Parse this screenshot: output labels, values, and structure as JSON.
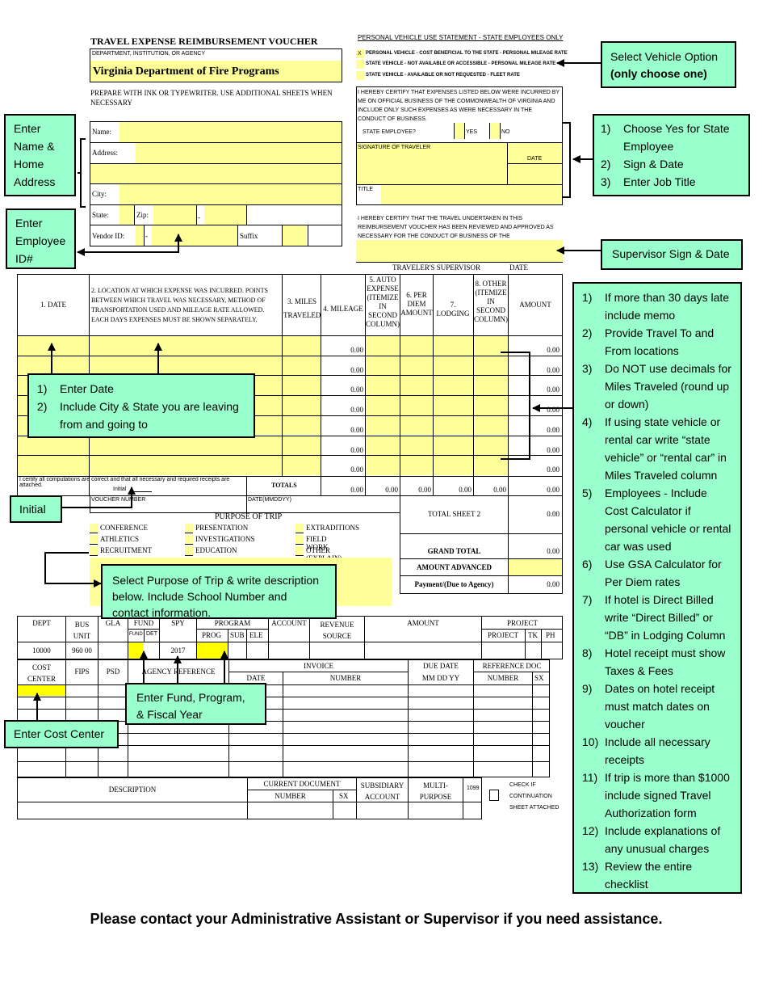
{
  "voucher": {
    "title": "TRAVEL  EXPENSE  REIMBURSEMENT  VOUCHER",
    "dept_label": "DEPARTMENT, INSTITUTION, OR AGENCY",
    "agency": "Virginia Department of Fire Programs",
    "instructions": "PREPARE WITH INK OR TYPEWRITER. USE ADDITIONAL SHEETS WHEN NECESSARY"
  },
  "traveler": {
    "name": "Name:",
    "address": "Address:",
    "city": "City:",
    "state": "State:",
    "zip": "Zip:",
    "dash": "-",
    "vendor": "Vendor ID:",
    "dash2": "-",
    "suffix": "Suffix"
  },
  "vehicle": {
    "title": "PERSONAL VEHICLE USE STATEMENT - STATE EMPLOYEES ONLY",
    "mark": "X",
    "opt1": "PERSONAL VEHICLE - COST BENEFICIAL TO THE STATE - PERSONAL MILEAGE RATE",
    "opt2": "STATE VEHICLE - NOT AVAILABLE OR ACCESSIBLE - PERSONAL MILEAGE RATE",
    "opt3": "STATE VEHICLE - AVAILABLE OR NOT REQUESTED - FLEET RATE"
  },
  "certify": {
    "text": "I HEREBY CERTIFY THAT EXPENSES LISTED BELOW WERE INCURRED BY ME ON OFFICIAL BUSINESS OF THE COMMONWEALTH OF VIRGINIA AND INCLUDE ONLY SUCH EXPENSES AS WERE NECESSARY IN THE CONDUCT OF BUSINESS.",
    "state_employee": "STATE EMPLOYEE?",
    "yes": "YES",
    "no": "NO",
    "signature": "SIGNATURE OF TRAVELER",
    "date": "DATE",
    "title": "TITLE"
  },
  "supervisor": {
    "text": "I HEREBY CERTIFY THAT THE TRAVEL UNDERTAKEN IN THIS REIMBURSEMENT VOUCHER HAS BEEN REVIEWED AND APPROVED AS NECESSARY FOR THE CONDUCT OF BUSINESS OF THE COMMONWEALTH.",
    "label": "TRAVELER'S SUPERVISOR",
    "date": "DATE"
  },
  "expense_table": {
    "headers": [
      "1. DATE",
      "2. LOCATION AT WHICH EXPENSE WAS INCURRED. POINTS BETWEEN WHICH TRAVEL WAS NECESSARY, METHOD OF TRANSPORTATION USED AND MILEAGE RATE ALLOWED. EACH DAYS EXPENSES MUST BE SHOWN SEPARATELY.",
      "3. MILES TRAVELED",
      "4. MILEAGE",
      "5. AUTO EXPENSE (ITEMIZE IN SECOND COLUMN)",
      "6. PER DIEM AMOUNT",
      "7. LODGING",
      "8. OTHER (ITEMIZE IN SECOND COLUMN)",
      "AMOUNT"
    ],
    "rows": [
      {
        "mileage": "0.00",
        "amount": "0.00"
      },
      {
        "mileage": "0.00",
        "amount": "0.00"
      },
      {
        "mileage": "0.00",
        "amount": "0.00"
      },
      {
        "mileage": "0.00",
        "amount": "0.00"
      },
      {
        "mileage": "0.00",
        "amount": "0.00"
      },
      {
        "mileage": "0.00",
        "amount": "0.00"
      },
      {
        "mileage": "0.00",
        "amount": "0.00"
      }
    ],
    "certify_line": "I certify all computations are correct and that all necessary and required receipts are attached.",
    "initial": "Initial",
    "totals_label": "TOTALS",
    "totals": [
      "0.00",
      "0.00",
      "0.00",
      "0.00",
      "0.00",
      "0.00"
    ]
  },
  "voucher_info": {
    "voucher_number": "VOUCHER NUMBER",
    "date_fmt": "DATE(MMDDYY)",
    "total_sheet2": "TOTAL SHEET 2",
    "total_sheet2_val": "0.00",
    "grand_total": "GRAND TOTAL",
    "grand_total_val": "0.00",
    "amount_advanced": "AMOUNT ADVANCED",
    "payment": "Payment/(Due to Agency)",
    "payment_val": "0.00"
  },
  "purpose": {
    "title": "PURPOSE OF TRIP",
    "items": [
      "CONFERENCE",
      "PRESENTATION",
      "EXTRADITIONS",
      "ATHLETICS",
      "INVESTIGATIONS",
      "FIELD WORK",
      "RECRUITMENT",
      "EDUCATION",
      "OTHER (EXPLAIN)"
    ]
  },
  "accounting": {
    "h_dept": "DEPT",
    "h_bus": "BUS",
    "h_unit": "UNIT",
    "h_gla": "GLA",
    "h_fund": "FUND",
    "h_fund_small": "FUND",
    "h_det": "DET",
    "h_spy": "SPY",
    "h_program": "PROGRAM",
    "h_prog": "PROG",
    "h_sub": "SUB",
    "h_ele": "ELE",
    "h_account": "ACCOUNT",
    "h_revenue": "REVENUE",
    "h_source": "SOURCE",
    "h_amount": "AMOUNT",
    "h_project": "PROJECT",
    "h_project2": "PROJECT",
    "h_tk": "TK",
    "h_ph": "PH",
    "dept_val": "10000",
    "bus_val": "960 00",
    "spy_val": "2017",
    "h_cost": "COST",
    "h_center": "CENTER",
    "h_fips": "FIPS",
    "h_psd": "PSD",
    "h_agency_ref": "AGENCY REFERENCE",
    "h_invoice": "INVOICE",
    "h_date": "DATE",
    "h_number": "NUMBER",
    "h_due": "DUE DATE",
    "h_mmddyy": "MM  DD  YY",
    "h_refdoc": "REFERENCE DOC",
    "h_number2": "NUMBER",
    "h_sx": "SX",
    "h_description": "DESCRIPTION",
    "h_current": "CURRENT DOCUMENT",
    "h_number3": "NUMBER",
    "h_sx2": "SX",
    "h_subsidiary": "SUBSIDIARY",
    "h_account2": "ACCOUNT",
    "h_multi": "MULTI-",
    "h_purpose": "PURPOSE",
    "h_1099": "1099",
    "h_check": "CHECK IF",
    "h_continuation": "CONTINUATION",
    "h_sheet": "SHEET ATTACHED"
  },
  "callouts": {
    "vehicle_1": "Select Vehicle Option",
    "vehicle_2": "(only choose one)",
    "name": [
      "Enter",
      "Name &",
      "Home",
      "Address"
    ],
    "employee": [
      "Enter",
      "Employee",
      "ID#"
    ],
    "state_emp": [
      {
        "n": "1)",
        "t": "Choose Yes for State Employee"
      },
      {
        "n": "2)",
        "t": "Sign & Date"
      },
      {
        "n": "3)",
        "t": "Enter Job Title"
      }
    ],
    "supervisor": "Supervisor Sign & Date",
    "date_loc": [
      {
        "n": "1)",
        "t": "Enter Date"
      },
      {
        "n": "2)",
        "t": "Include City & State you are leaving from and going to"
      }
    ],
    "initial": "Initial",
    "purpose": "Select Purpose of Trip & write description below.  Include School Number and contact information.",
    "fund": "Enter Fund, Program, & Fiscal Year",
    "cost_center": "Enter Cost Center",
    "checklist": [
      {
        "n": "1)",
        "t": "If more than 30 days late include memo"
      },
      {
        "n": "2)",
        "t": "Provide Travel To and From locations"
      },
      {
        "n": "3)",
        "t": "Do NOT use decimals for Miles Traveled (round up or down)"
      },
      {
        "n": "4)",
        "t": "If using state vehicle or rental car write “state vehicle” or “rental car” in Miles Traveled column"
      },
      {
        "n": "5)",
        "t": "Employees - Include Cost Calculator if personal vehicle or rental car was used"
      },
      {
        "n": "6)",
        "t": "Use GSA Calculator for Per Diem rates"
      },
      {
        "n": "7)",
        "t": "If hotel is Direct Billed write “Direct Billed” or “DB” in Lodging Column"
      },
      {
        "n": "8)",
        "t": "Hotel receipt must show Taxes & Fees"
      },
      {
        "n": "9)",
        "t": "Dates on hotel receipt must match dates on voucher"
      },
      {
        "n": "10)",
        "t": "Include all necessary receipts"
      },
      {
        "n": "11)",
        "t": "If trip is more than $1000 include signed Travel Authorization form"
      },
      {
        "n": "12)",
        "t": "Include explanations of any unusual charges"
      },
      {
        "n": "13)",
        "t": "Review the entire checklist"
      }
    ]
  },
  "footer": "Please contact your Administrative Assistant or Supervisor if you need assistance."
}
